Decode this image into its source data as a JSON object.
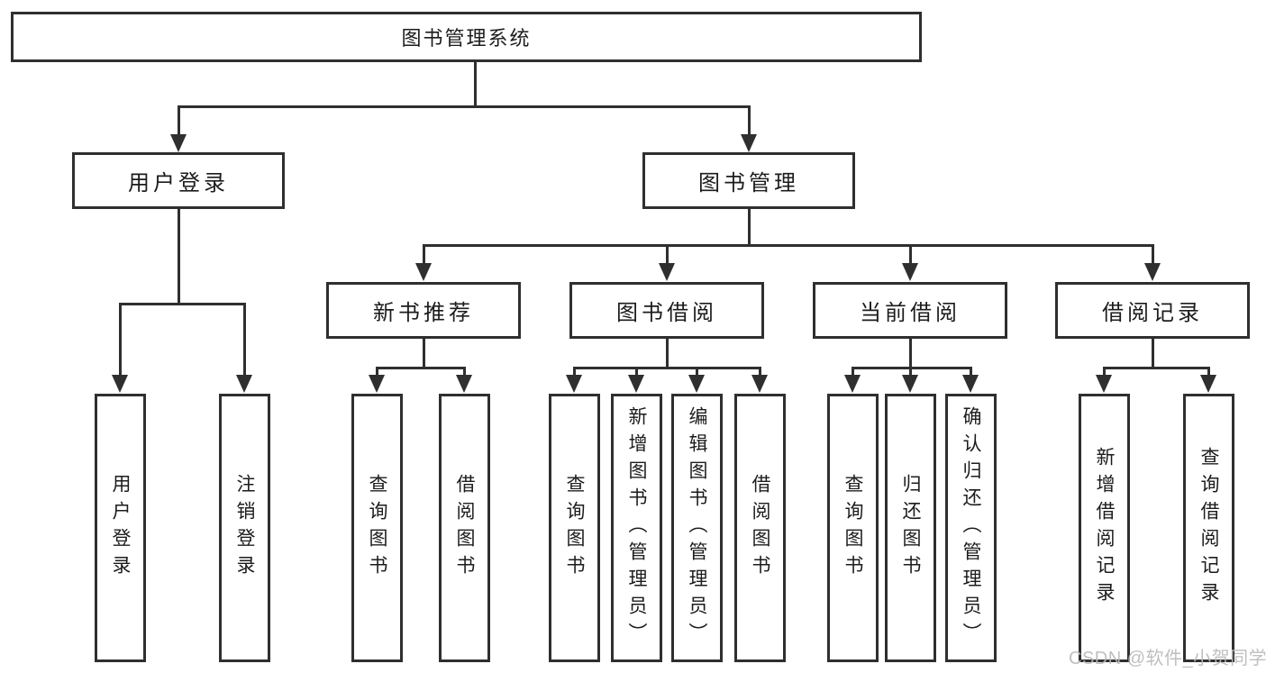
{
  "diagram": {
    "root": {
      "label": "图书管理系统"
    },
    "level2": [
      {
        "label": "用户登录"
      },
      {
        "label": "图书管理"
      }
    ],
    "level3": [
      {
        "label": "新书推荐"
      },
      {
        "label": "图书借阅"
      },
      {
        "label": "当前借阅"
      },
      {
        "label": "借阅记录"
      }
    ],
    "leaves": {
      "user_login": [
        "用户登录",
        "注销登录"
      ],
      "new_book": [
        "查询图书",
        "借阅图书"
      ],
      "book_borrow": [
        "查询图书",
        "新增图书（管理员）",
        "编辑图书（管理员）",
        "借阅图书"
      ],
      "current_borrow": [
        "查询图书",
        "归还图书",
        "确认归还（管理员）"
      ],
      "borrow_record": [
        "新增借阅记录",
        "查询借阅记录"
      ]
    },
    "watermark": "CSDN @软件_小贺同学",
    "colors": {
      "line": "#2f2f2f",
      "text": "#1c1c1c",
      "watermark": "#bababa",
      "background": "#ffffff"
    }
  }
}
